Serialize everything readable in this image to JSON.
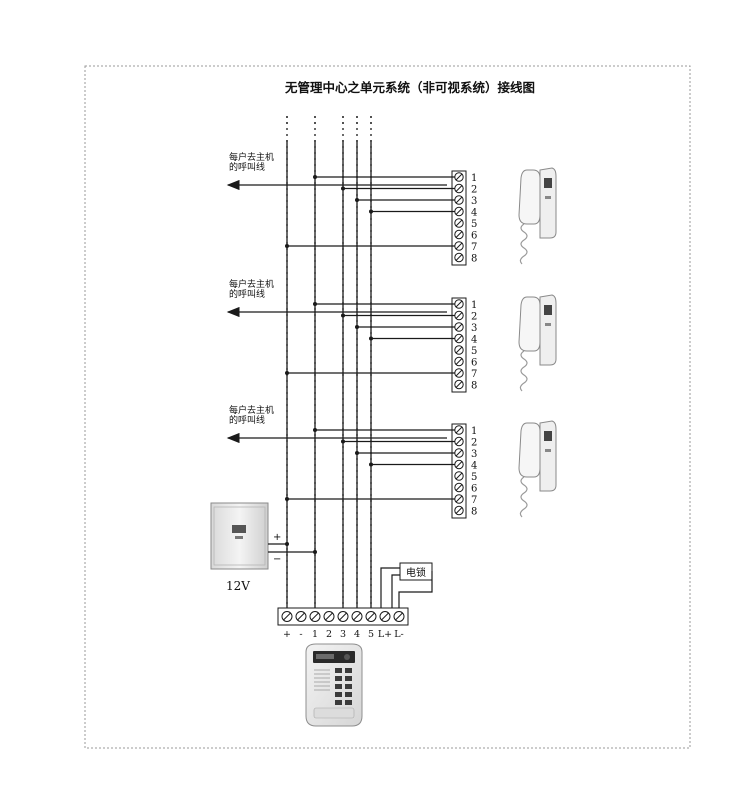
{
  "title": "无管理中心之单元系统（非可视系统）接线图",
  "call_line_label": [
    "每户去主机",
    "的呼叫线"
  ],
  "handset_terminal_labels": [
    "1",
    "2",
    "3",
    "4",
    "5",
    "6",
    "7",
    "8"
  ],
  "power_supply": {
    "voltage_label": "12V",
    "plus_label": "+",
    "minus_label": "−"
  },
  "lock_label": "电锁",
  "main_unit_terminal_labels": [
    "+",
    "-",
    "1",
    "2",
    "3",
    "4",
    "5",
    "L+",
    "L-"
  ],
  "colors": {
    "line": "#1a1a1a",
    "border": "#9a9a9a",
    "device_body": "#e9e9e9"
  }
}
